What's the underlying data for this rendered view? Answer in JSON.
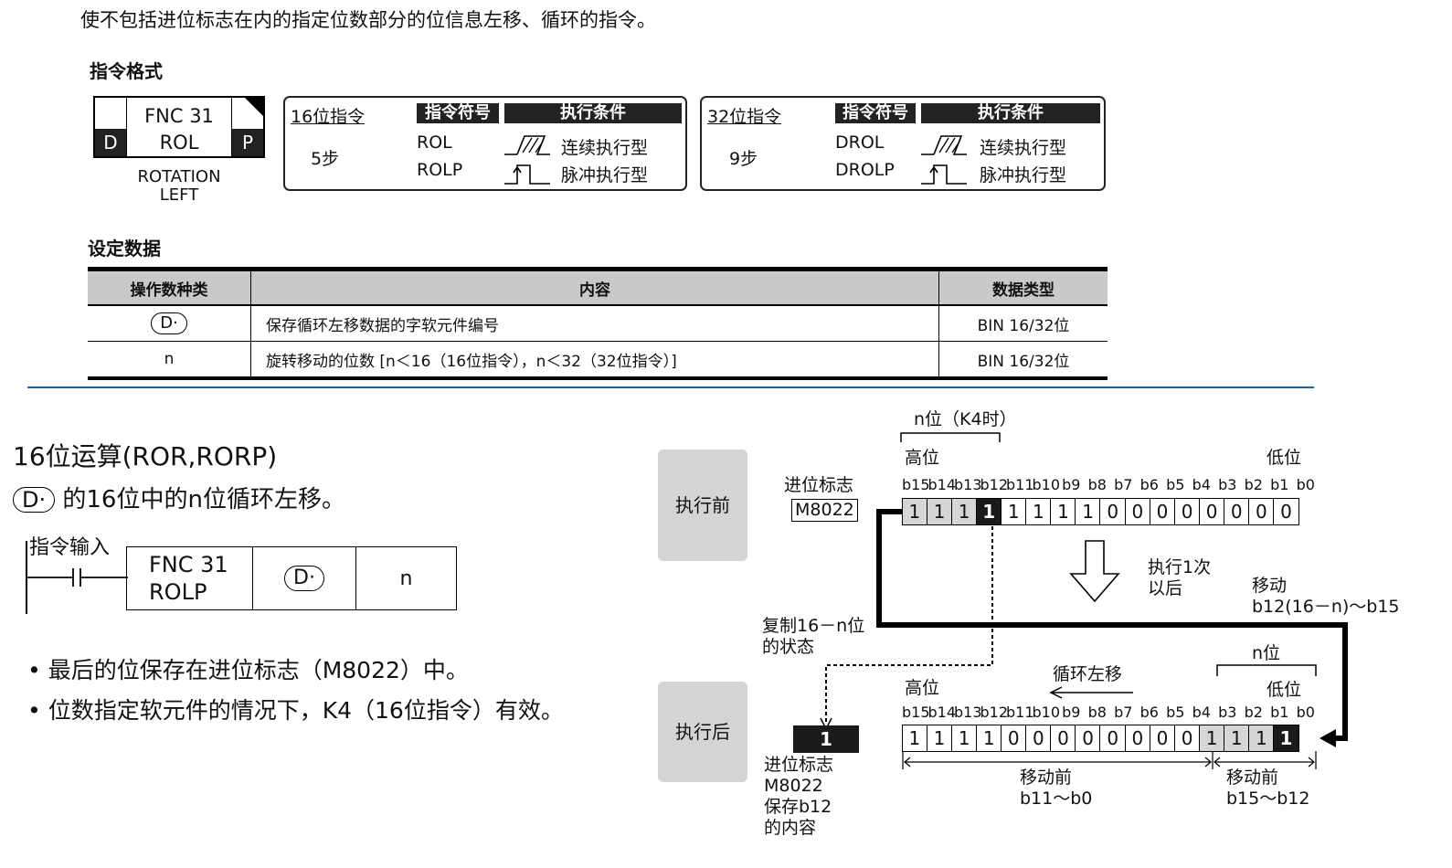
{
  "intro": "使不包括进位标志在内的指定位数部分的位信息左移、循环的指令。",
  "format_title": "指令格式",
  "fnc": {
    "code": "FNC 31",
    "name": "ROL",
    "left_tag": "D",
    "right_tag": "P",
    "caption1": "ROTATION",
    "caption2": "LEFT"
  },
  "box16": {
    "title": "16位指令",
    "steps": "5步",
    "sym_header": "指令符号",
    "cond_header": "执行条件",
    "sym1": "ROL",
    "sym2": "ROLP",
    "cond1": "连续执行型",
    "cond2": "脉冲执行型"
  },
  "box32": {
    "title": "32位指令",
    "steps": "9步",
    "sym_header": "指令符号",
    "cond_header": "执行条件",
    "sym1": "DROL",
    "sym2": "DROLP",
    "cond1": "连续执行型",
    "cond2": "脉冲执行型"
  },
  "setting_title": "设定数据",
  "table": {
    "headers": [
      "操作数种类",
      "内容",
      "数据类型"
    ],
    "rows": [
      {
        "op": "D·",
        "content": "保存循环左移数据的字软元件编号",
        "type": "BIN 16/32位"
      },
      {
        "op": "n",
        "content": "旋转移动的位数 [n＜16（16位指令），n＜32（32位指令）]",
        "type": "BIN 16/32位"
      }
    ]
  },
  "op16": {
    "title": "16位运算(ROR,RORP)",
    "desc_op": "D·",
    "desc": "的16位中的n位循环左移。"
  },
  "ladder": {
    "input": "指令输入",
    "code": "FNC 31",
    "name": "ROLP",
    "op": "D·",
    "n": "n"
  },
  "bullets": [
    "最后的位保存在进位标志（M8022）中。",
    "位数指定软元件的情况下，K4（16位指令）有效。"
  ],
  "diagram": {
    "before": "执行前",
    "after": "执行后",
    "n_bits_k4": "n位（K4时）",
    "high": "高位",
    "low": "低位",
    "carry": "进位标志",
    "m8022": "M8022",
    "bit_labels": [
      "b15",
      "b14",
      "b13",
      "b12",
      "b11",
      "b10",
      "b9",
      "b8",
      "b7",
      "b6",
      "b5",
      "b4",
      "b3",
      "b2",
      "b1",
      "b0"
    ],
    "before_bits": [
      "1",
      "1",
      "1",
      "1",
      "1",
      "1",
      "1",
      "1",
      "0",
      "0",
      "0",
      "0",
      "0",
      "0",
      "0",
      "0"
    ],
    "after_bits": [
      "1",
      "1",
      "1",
      "1",
      "0",
      "0",
      "0",
      "0",
      "0",
      "0",
      "0",
      "0",
      "1",
      "1",
      "1",
      "1"
    ],
    "after_once_1": "执行1次",
    "after_once_2": "以后",
    "move_1": "移动",
    "move_2": "b12(16－n)～b15",
    "copy_1": "复制16－n位",
    "copy_2": "的状态",
    "rotate_left": "循环左移",
    "n_bits": "n位",
    "carry_value": "1",
    "carry_note": [
      "进位标志",
      "M8022",
      "保存b12",
      "的内容"
    ],
    "before_move_a1": "移动前",
    "before_move_a2": "b11～b0",
    "before_move_b1": "移动前",
    "before_move_b2": "b15～b12"
  }
}
